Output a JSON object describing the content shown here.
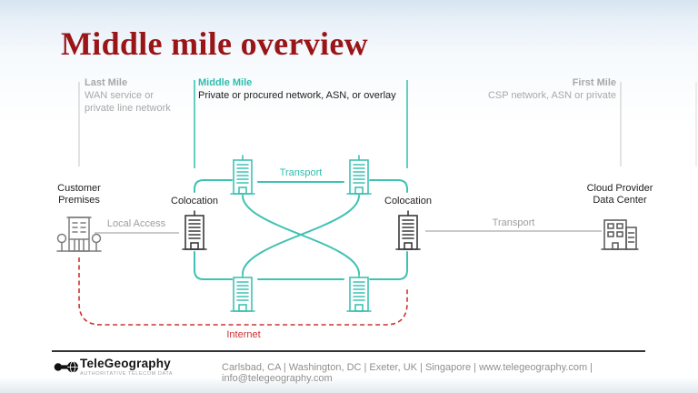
{
  "slide_title": "Middle mile overview",
  "sections": {
    "last_mile": {
      "title": "Last Mile",
      "line1": "WAN service or",
      "line2": "private line network"
    },
    "middle_mile": {
      "title": "Middle Mile",
      "description": "Private or procured network, ASN, or overlay"
    },
    "first_mile": {
      "title": "First Mile",
      "description": "CSP network, ASN or private"
    }
  },
  "nodes": {
    "customer_premises": {
      "line1": "Customer",
      "line2": "Premises"
    },
    "colocation_left": {
      "label": "Colocation"
    },
    "colocation_right": {
      "label": "Colocation"
    },
    "cloud_provider": {
      "line1": "Cloud Provider",
      "line2": "Data Center"
    }
  },
  "links": {
    "local_access": {
      "label": "Local Access"
    },
    "transport_middle": {
      "label": "Transport"
    },
    "transport_right": {
      "label": "Transport"
    },
    "internet": {
      "label": "Internet"
    }
  },
  "footer": {
    "brand": "TeleGeography",
    "tagline": "AUTHORITATIVE TELECOM DATA",
    "locations": "Carlsbad, CA | Washington, DC | Exeter, UK | Singapore | www.telegeography.com | info@telegeography.com"
  },
  "colors": {
    "title_red": "#991518",
    "accent_teal": "#3EC2B3",
    "internet_red": "#CC3333",
    "muted_gray": "#A8A8A8",
    "text_black": "#1D1D1D",
    "footer_gray": "#8F8F8F"
  }
}
